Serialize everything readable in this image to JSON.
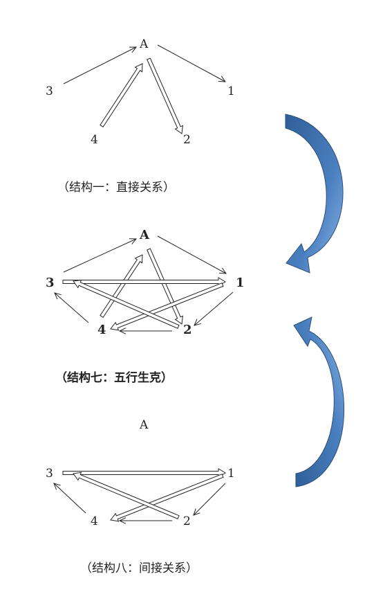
{
  "structures": [
    {
      "caption": "（结构一：直接关系）",
      "nodes": {
        "A": "A",
        "n1": "1",
        "n2": "2",
        "n3": "3",
        "n4": "4"
      }
    },
    {
      "caption": "（结构七：五行生克）",
      "nodes": {
        "A": "A",
        "n1": "1",
        "n2": "2",
        "n3": "3",
        "n4": "4"
      }
    },
    {
      "caption": "（结构八：间接关系）",
      "nodes": {
        "A": "A",
        "n1": "1",
        "n2": "2",
        "n3": "3",
        "n4": "4"
      }
    }
  ],
  "colors": {
    "curved_arrow_dark": "#3d6ea8",
    "curved_arrow_light": "#8ab6e6",
    "ink": "#222222"
  }
}
